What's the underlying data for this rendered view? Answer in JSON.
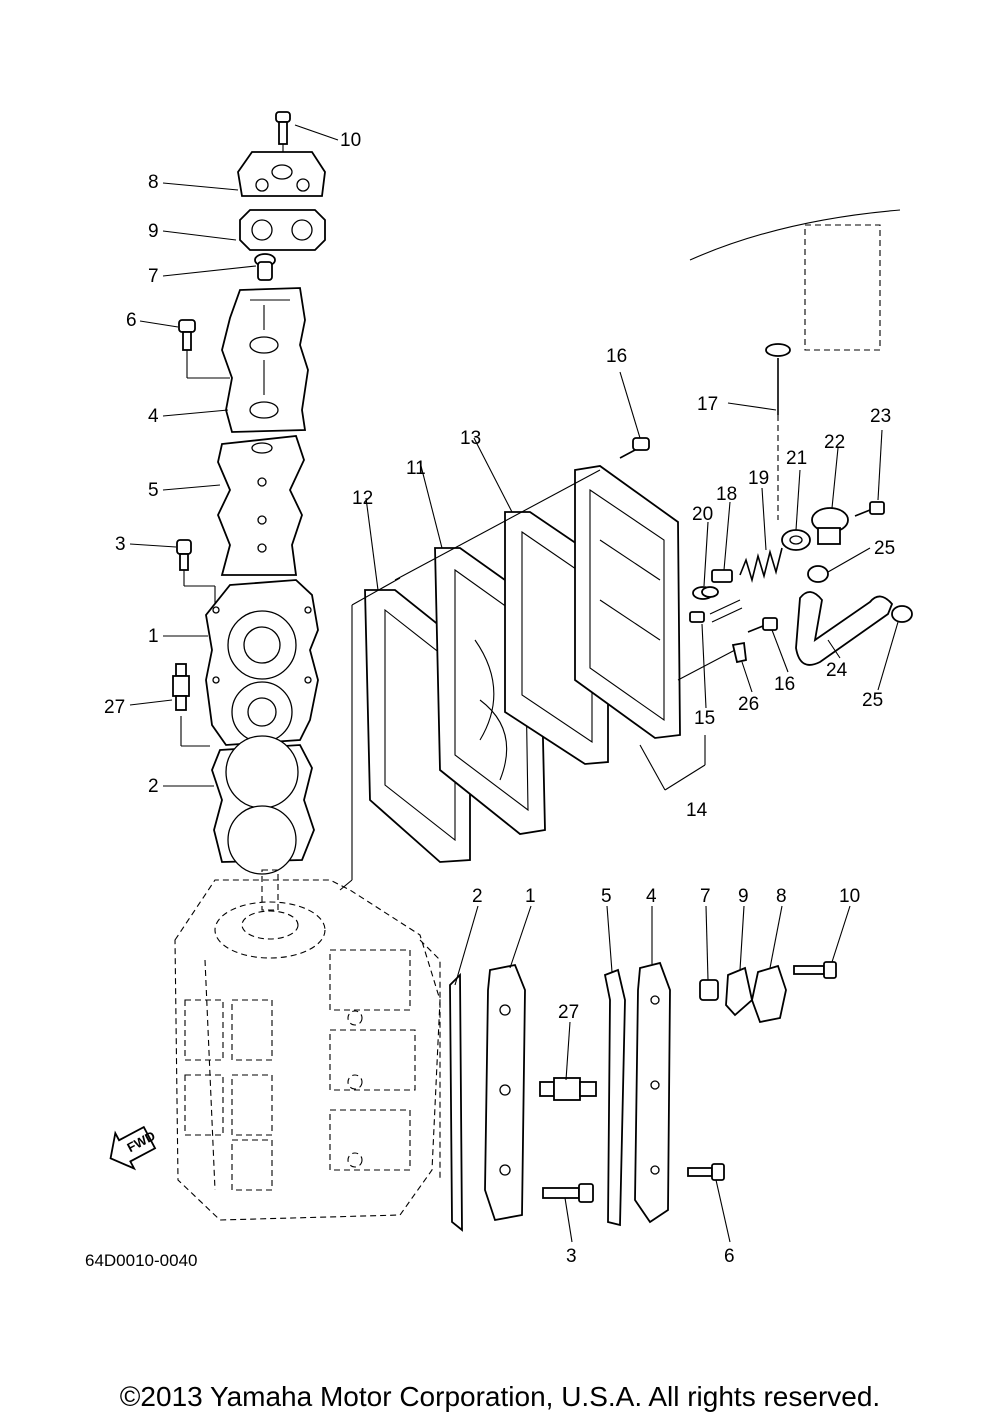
{
  "diagram": {
    "code": "64D0010-0040",
    "copyright": "©2013 Yamaha Motor Corporation, U.S.A. All rights reserved.",
    "fwd_label": "FWD",
    "callouts_left": [
      "10",
      "8",
      "9",
      "7",
      "6",
      "4",
      "5",
      "3",
      "1",
      "27",
      "2"
    ],
    "callouts_right": [
      "16",
      "13",
      "11",
      "12",
      "17",
      "23",
      "22",
      "21",
      "19",
      "18",
      "20",
      "25",
      "16",
      "26",
      "24",
      "25",
      "15",
      "14"
    ],
    "callouts_bottom": [
      "2",
      "1",
      "5",
      "4",
      "7",
      "9",
      "8",
      "10",
      "27",
      "3",
      "6"
    ]
  }
}
